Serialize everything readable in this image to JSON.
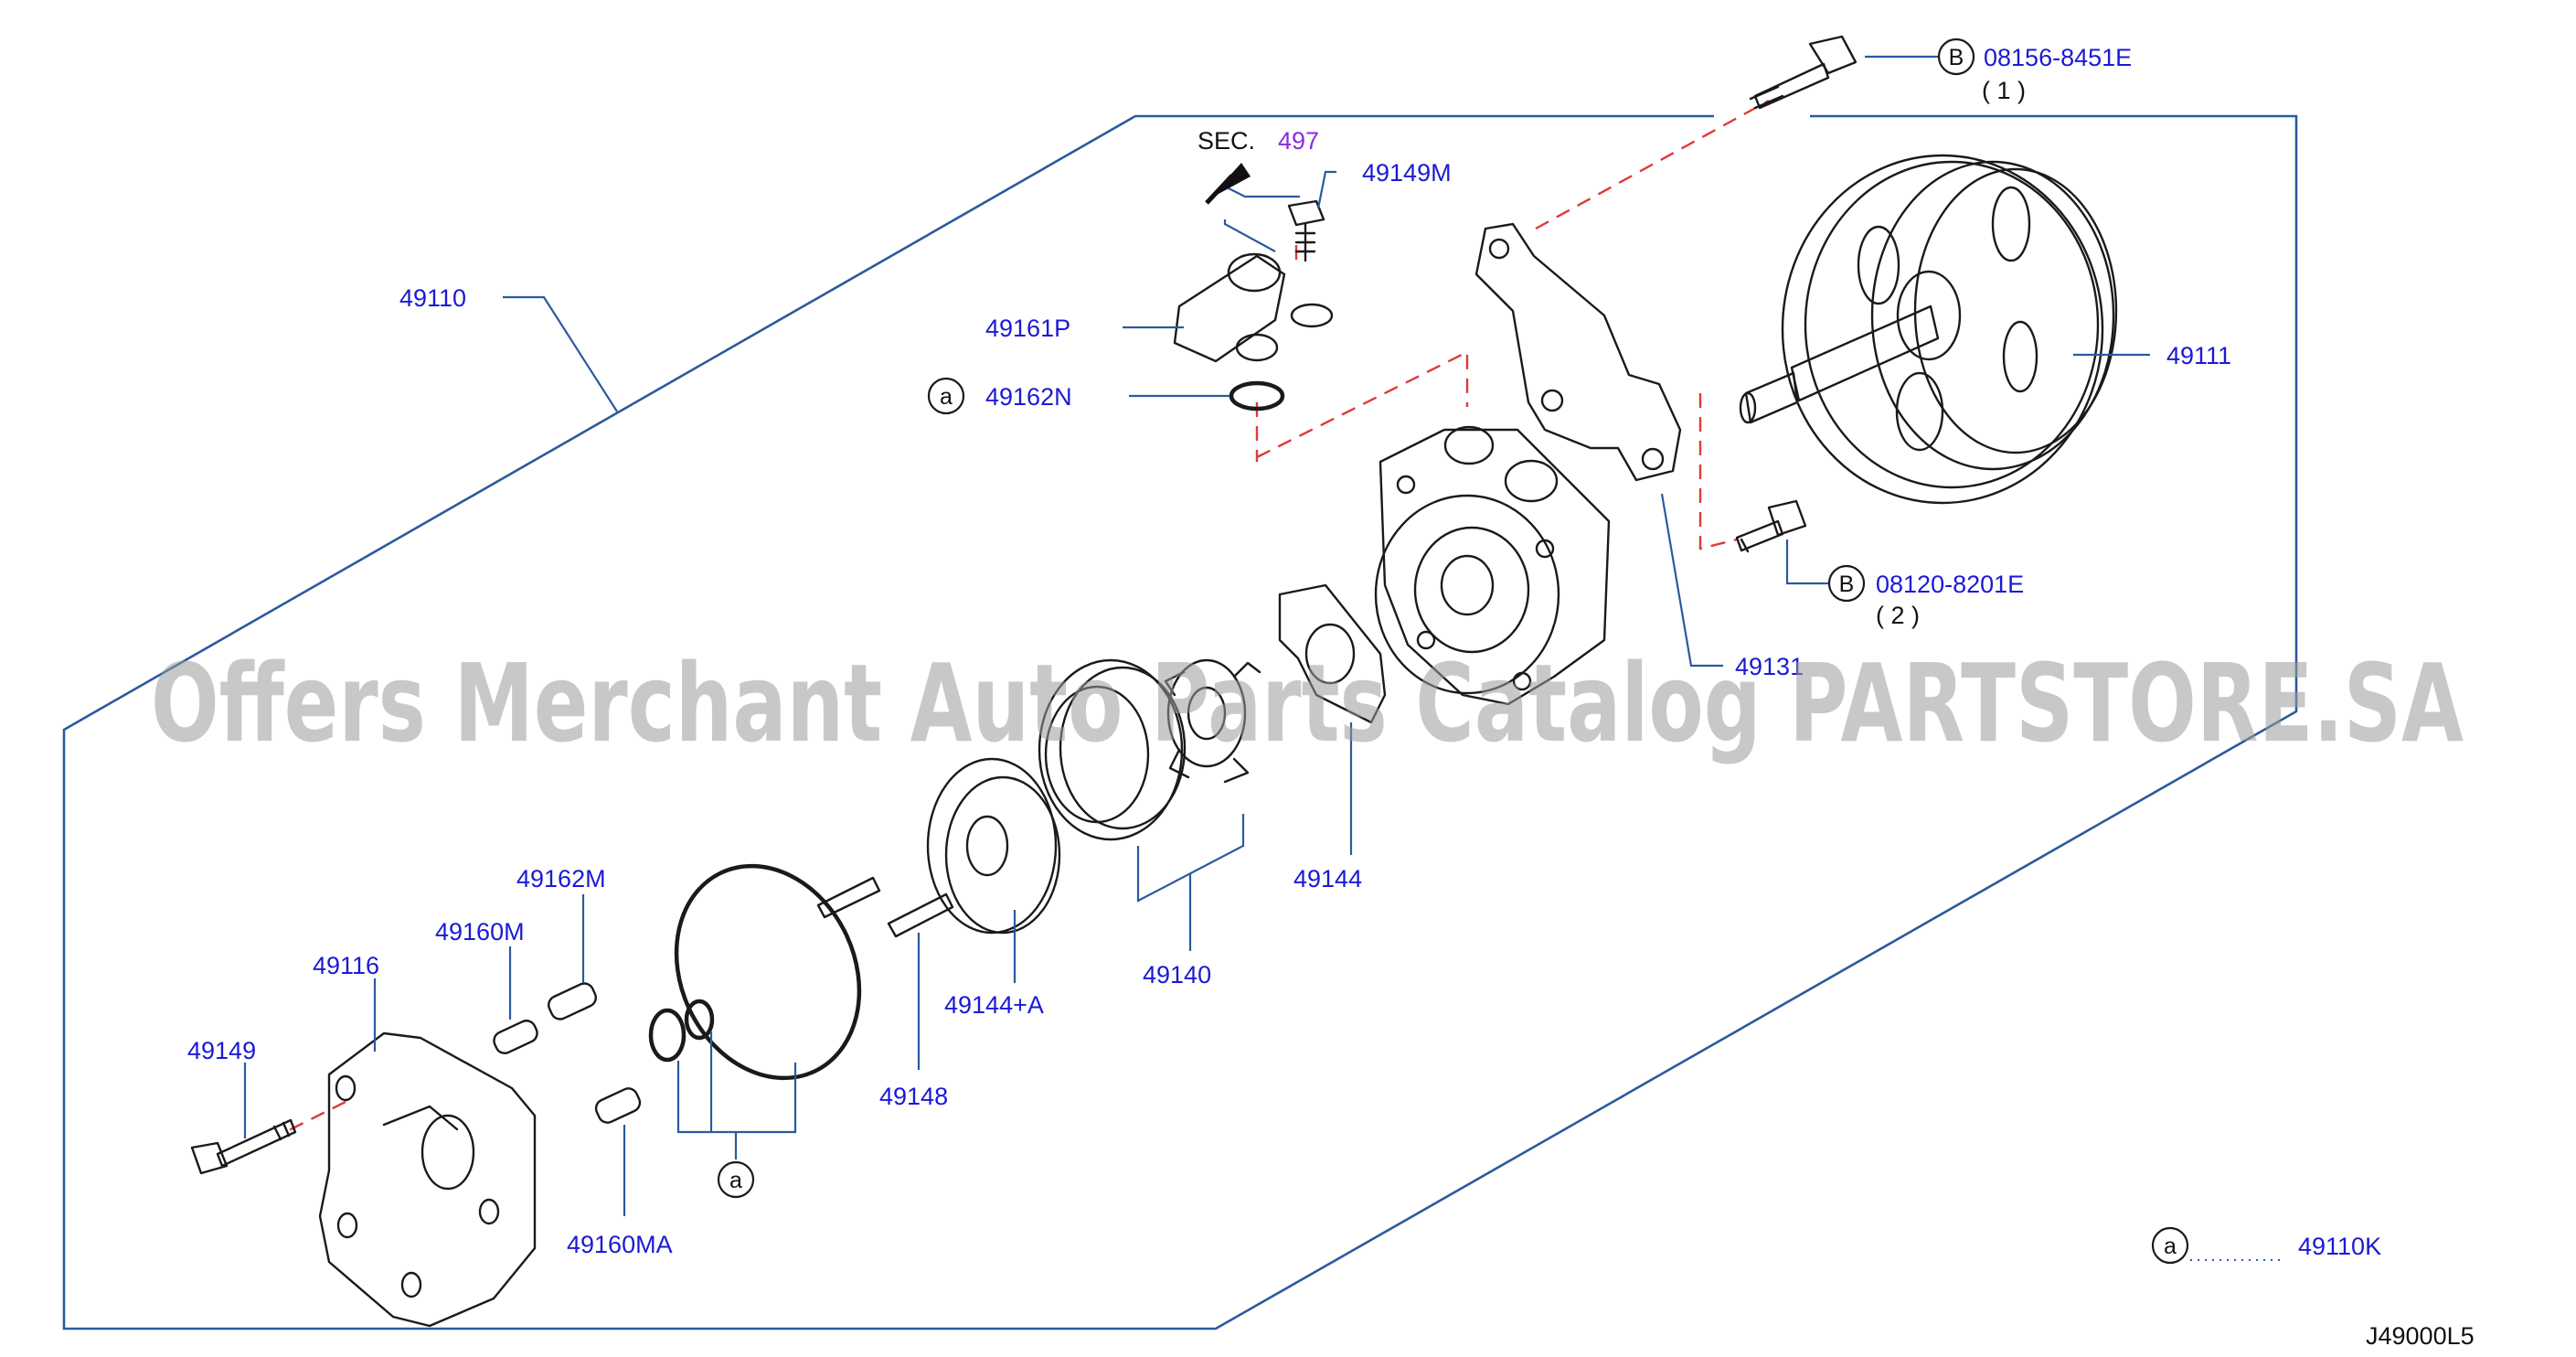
{
  "watermark": "Offers Merchant Auto Parts Catalog PARTSTORE.SA",
  "diagram_code": "J49000L5",
  "section_ref": {
    "prefix": "SEC.",
    "number": "497"
  },
  "parts": {
    "p49110": "49110",
    "p49111": "49111",
    "p49149M": "49149M",
    "p49161P": "49161P",
    "p49162N": "49162N",
    "p49131": "49131",
    "p49144": "49144",
    "p49140": "49140",
    "p49144A": "49144+A",
    "p49148": "49148",
    "p49162M": "49162M",
    "p49160M": "49160M",
    "p49116": "49116",
    "p49149": "49149",
    "p49160MA": "49160MA",
    "p49110K": "49110K"
  },
  "bolts": {
    "b1": {
      "marker": "B",
      "number": "08156-8451E",
      "qty": "( 1 )"
    },
    "b2": {
      "marker": "B",
      "number": "08120-8201E",
      "qty": "( 2 )"
    }
  },
  "markers": {
    "a": "a"
  },
  "colors": {
    "label_blue": "#1a1ad6",
    "frame_blue": "#2b5a9e",
    "dashed_red": "#e03a3a",
    "section_purple": "#8a2be2",
    "watermark_gray": "#9a9a9a"
  }
}
